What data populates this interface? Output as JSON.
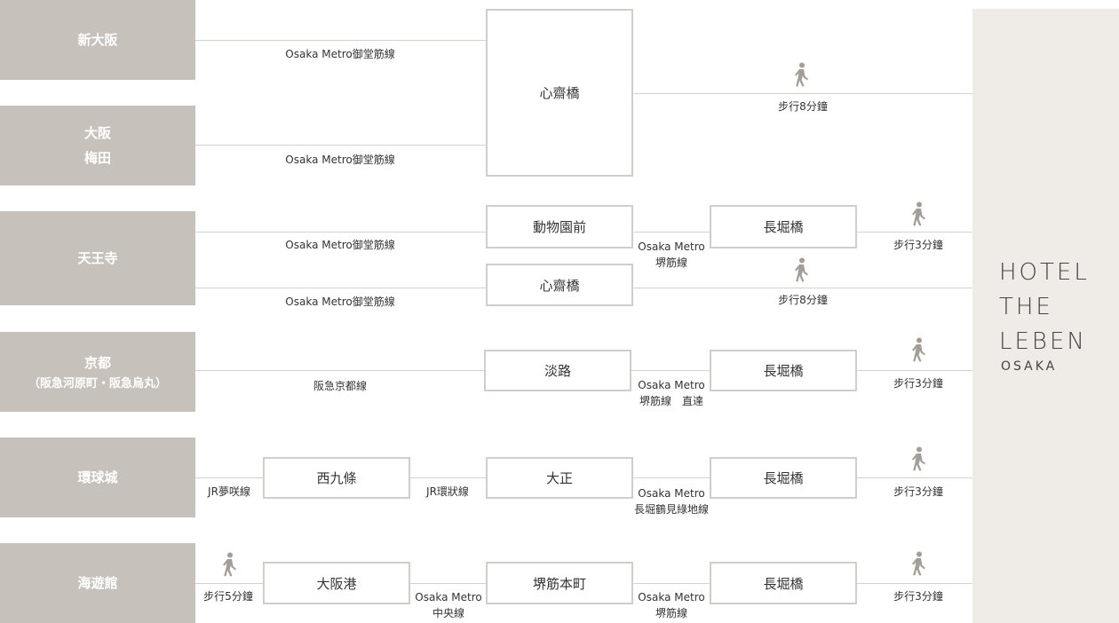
{
  "hotel": {
    "name_lines": [
      "HOTEL",
      "THE",
      "LEBEN"
    ],
    "city": "OSAKA"
  },
  "origins": {
    "shin_osaka": [
      "新大阪"
    ],
    "osaka_umeda": [
      "大阪",
      "梅田"
    ],
    "tennoji": [
      "天王寺"
    ],
    "kyoto": [
      "京都",
      "（阪急河原町・阪急烏丸）"
    ],
    "kankyujo": [
      "環球城"
    ],
    "kaiyukan": [
      "海遊館"
    ]
  },
  "stations": {
    "shinsaibashi_main": "心齋橋",
    "dobutsuen_mae": "動物園前",
    "nagahoribashi": "長堀橋",
    "shinsaibashi_2": "心齋橋",
    "awaji": "淡路",
    "nishikujo": "西九條",
    "taisho": "大正",
    "osakako": "大阪港",
    "sakaisuji_honmachi": "堺筋本町"
  },
  "lines": {
    "midosuji": "Osaka Metro御堂筋線",
    "hankyu_kyoto": "阪急京都線",
    "osaka_metro": "Osaka Metro",
    "sakaisuji": "堺筋線",
    "sakaisuji_direct": "堺筋線　直達",
    "jr_yumesaki": "JR夢咲線",
    "jr_loop": "JR環狀線",
    "nagahori_tsurumi": "長堀鶴見綠地線",
    "chuo": "中央線"
  },
  "walk": {
    "min8": "步行8分鐘",
    "min3": "步行3分鐘",
    "min5": "步行5分鐘",
    "icon": "walking-person-icon"
  },
  "colors": {
    "origin_bg": "#c7c1bb",
    "hotel_bg": "#efebe7",
    "box_border": "#d2cdc8",
    "line": "#d6d2ce",
    "icon": "#a39d97"
  }
}
